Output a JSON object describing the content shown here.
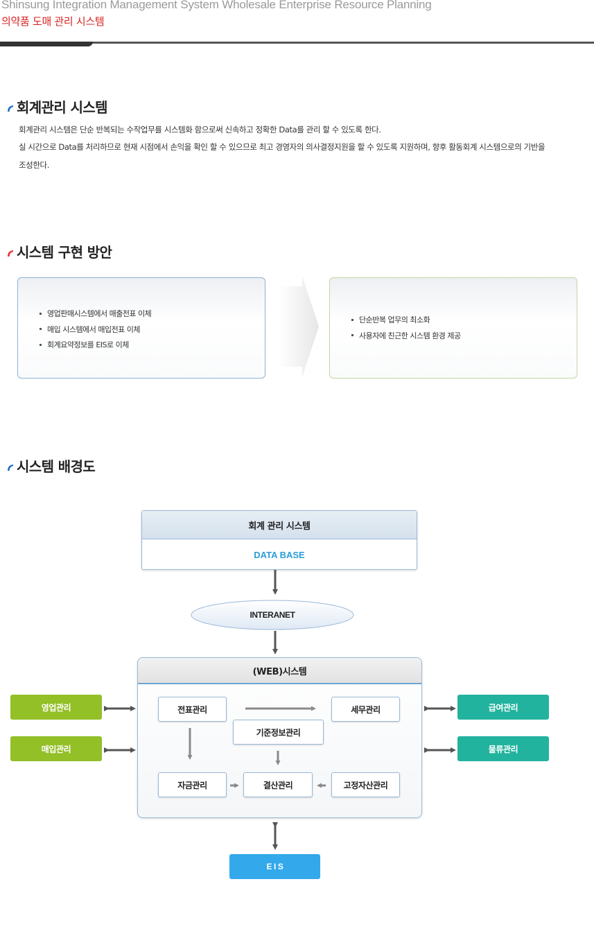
{
  "header": {
    "title_en": "Shinsung Integration Management System Wholesale Enterprise Resource Planning",
    "title_ko": "의약품 도매 관리 시스템"
  },
  "section1": {
    "title": "회계관리 시스템",
    "lines": [
      "회계관리 시스템은 단순 반복되는 수작업무를 시스템화 함으로써 신속하고 정확한 Data를 관리 할 수 있도록 한다.",
      "실 시간으로 Data를 처리하므로 현재 시점에서 손익을 확인 할 수 있으므로 최고 경영자의 의사결정지원을 할 수 있도록 지원하며, 향후 활동회계 시스템으로의 기반을",
      "조성한다."
    ]
  },
  "section2": {
    "title": "시스템 구현 방안",
    "left_items": [
      "영업판매시스템에서 매출전표 이체",
      "매입 시스템에서 매입전표 이체",
      "회계요약정보를 EIS로 이체"
    ],
    "right_items": [
      "단순반복 업무의 최소화",
      "사용자에 친근한 시스템 환경 제공"
    ]
  },
  "section3": {
    "title": "시스템 배경도",
    "top_box": {
      "title": "회계 관리 시스템",
      "subtitle": "DATA BASE"
    },
    "internet_label": "INTERANET",
    "web_box": {
      "title": "(WEB)시스템",
      "nodes": {
        "voucher": "전표관리",
        "tax": "세무관리",
        "master": "기준정보관리",
        "fund": "자금관리",
        "settlement": "결산관리",
        "fixed_asset": "고정자산관리"
      }
    },
    "left_nodes": [
      "영업관리",
      "매입관리"
    ],
    "right_nodes": [
      "급여관리",
      "물류관리"
    ],
    "eis_label": "E I S"
  },
  "colors": {
    "title_red": "#d92020",
    "mark_blue": "#1a6fc4",
    "mark_red": "#e03030",
    "side_green": "#93bf27",
    "side_teal": "#22b39e",
    "eis_blue": "#33a8ea",
    "database_blue": "#2a9bd8",
    "arrow_dark": "#555555",
    "arrow_gray": "#8a8a8a"
  }
}
